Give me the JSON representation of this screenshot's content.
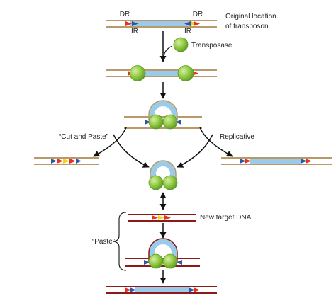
{
  "labels": {
    "dr_left": "DR",
    "dr_right": "DR",
    "ir_left": "IR",
    "ir_right": "IR",
    "original_location_line1": "Original location",
    "original_location_line2": "of transposon",
    "transposase": "Transposase",
    "cut_and_paste": "“Cut and Paste”",
    "replicative": "Replicative",
    "new_target_dna": "New target DNA",
    "paste": "“Paste”"
  },
  "colors": {
    "donor_dna": "#b89a6a",
    "target_dna": "#8b1a1a",
    "transposon": "#9ccbea",
    "transposase": "#8cc63f",
    "ir_arrow": "#2f55a4",
    "dr_triangle": "#e53222",
    "dr_yellow": "#f5d319",
    "arrow": "#111111"
  }
}
